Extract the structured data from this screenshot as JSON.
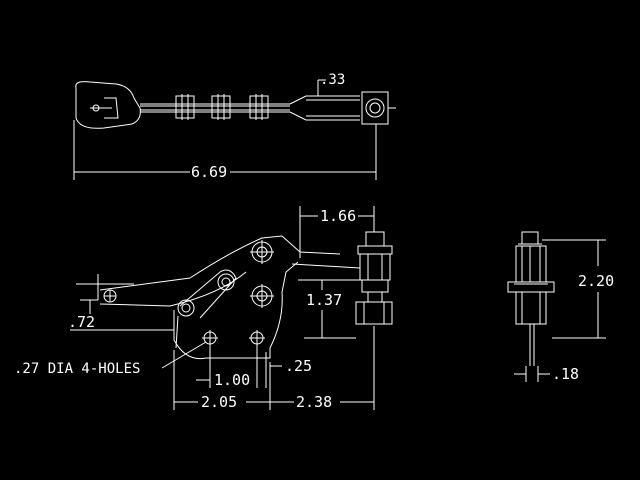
{
  "dimensions": {
    "top_thickness": ".33",
    "overall_length": "6.69",
    "side_top_offset": "1.66",
    "side_height": "1.37",
    "handle_offset": ".72",
    "hole_spec": ".27 DIA 4-HOLES",
    "hole_spacing": "1.00",
    "hole_edge": ".25",
    "base_left": "2.05",
    "base_right": "2.38",
    "end_height": "2.20",
    "end_width": ".18"
  },
  "colors": {
    "background": "#000000",
    "linework": "#ffffff"
  }
}
